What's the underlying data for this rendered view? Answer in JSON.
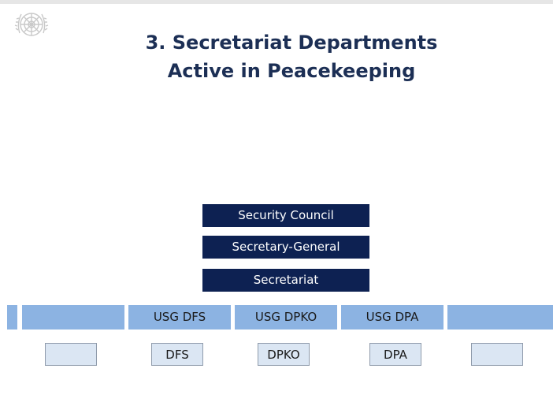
{
  "title": {
    "line1": "3. Secretariat Departments",
    "line2": "Active in Peacekeeping"
  },
  "logo": {
    "icon": "un-emblem-icon"
  },
  "hierarchy": {
    "security_council": "Security Council",
    "secretary_general": "Secretary-General",
    "secretariat": "Secretariat"
  },
  "usg_row": {
    "items": [
      "",
      "",
      "USG DFS",
      "USG DPKO",
      "USG DPA",
      ""
    ]
  },
  "department_row": {
    "items": [
      "",
      "DFS",
      "DPKO",
      "DPA",
      ""
    ]
  },
  "colors": {
    "title": "#1c2f55",
    "navy": "#0d2152",
    "usg_bar": "#8cb3e2",
    "department_box": "#dbe6f3"
  }
}
